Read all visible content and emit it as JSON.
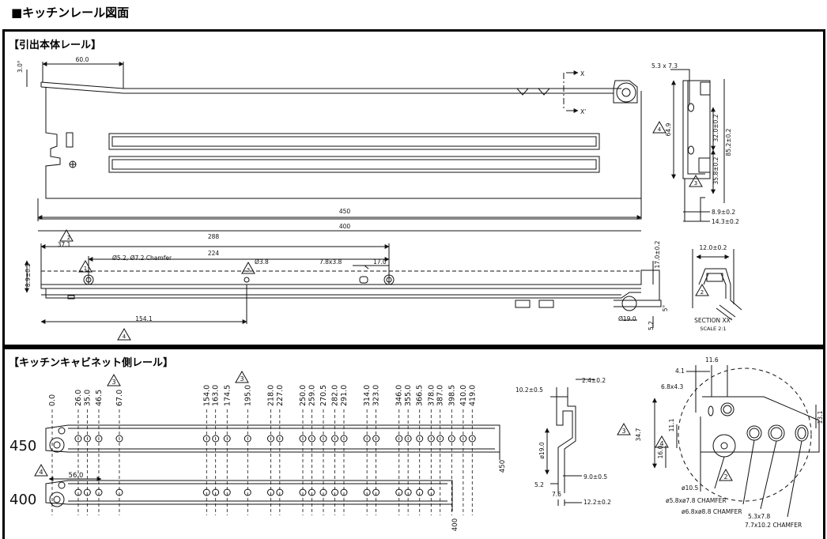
{
  "page_title": "■キッチンレール図面",
  "body_rail": {
    "title": "【引出本体レール】",
    "dims": {
      "angle_top": "3.0°",
      "d60": "60.0",
      "x_top": "X",
      "x_bottom": "X'",
      "d450": "450",
      "d400": "400",
      "d288": "288",
      "d224": "224",
      "d37_1": "37.1",
      "d8_9": "8.9±0.2",
      "chamfer": "Ø5.2, Ø7.2 Chamfer",
      "hole_small": "Ø3.8",
      "slot": "7.8x3.8",
      "d17_0": "17.0",
      "d17_0_v": "17.0±0.2",
      "d154_1": "154.1",
      "d19": "Ø19.0",
      "d5_2": "5.2",
      "d5deg": "5°",
      "tri_1": "1",
      "tri_2": "2",
      "tri_3": "3",
      "tri_4": "4"
    },
    "end_view": {
      "slot": "5.3 x 7.3",
      "d64_9": "64.9",
      "d32_0": "32.0±0.2",
      "d85_2": "85.2±0.2",
      "d35_8": "35.8±0.2",
      "d8_9": "8.9±0.2",
      "d14_3": "14.3±0.2",
      "tri_4": "4",
      "tri_3": "3"
    },
    "section": {
      "d12_0": "12.0±0.2",
      "label": "SECTION XX'",
      "scale": "SCALE 2:1",
      "tri": "2"
    }
  },
  "cabinet_rail": {
    "title": "【キッチンキャビネット側レール】",
    "positions": [
      "0.0",
      "26.0",
      "35.0",
      "46.5",
      "67.0",
      "154.0",
      "163.0",
      "174.5",
      "195.0",
      "218.0",
      "227.0",
      "250.0",
      "259.0",
      "270.5",
      "282.0",
      "291.0",
      "314.0",
      "323.0",
      "346.0",
      "355.0",
      "366.5",
      "378.0",
      "387.0",
      "398.5",
      "410.0",
      "419.0"
    ],
    "label_450": "450",
    "label_400": "400",
    "end_450": "450",
    "end_400": "400",
    "d56": "56.0",
    "tri_4": "4",
    "tri_3a": "3",
    "tri_3b": "3",
    "profile": {
      "d10_2": "10.2±0.5",
      "d2_4": "2.4±0.2",
      "d19": "ø19.0",
      "d5_2": "5.2",
      "d9_0": "9.0±0.5",
      "d7_6": "7.6",
      "d12_2": "12.2±0.2"
    },
    "detail": {
      "d4_1": "4.1",
      "d11_6": "11.6",
      "slot": "6.8x4.3",
      "d34_7": "34.7",
      "d11_1": "11.1",
      "d16_0": "16.0",
      "d13_1": "13.1",
      "d10_5": "ø10.5",
      "c1": "ø5.8xø7.8  CHAMFER",
      "c2": "ø6.8xø8.8  CHAMFER",
      "c3a": "5.3x7.8",
      "c3b": "7.7x10.2  CHAMFER",
      "tri_3": "3",
      "tri_4": "4",
      "tri_2": "2"
    }
  }
}
